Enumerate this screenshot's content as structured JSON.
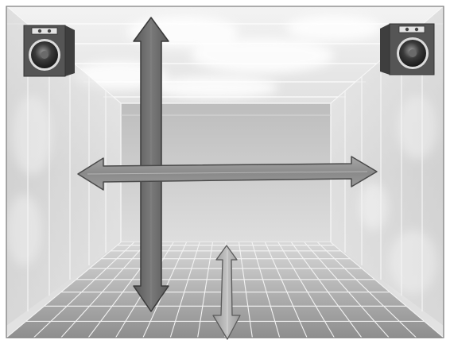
{
  "scene": {
    "colors": {
      "background": "#e9e9e9",
      "sky_light": "#f2f2f2",
      "sky_mid": "#d6d6d6",
      "cloud": "#ffffff",
      "wall": "#cfcfcf",
      "back_wall": "#c4c4c4",
      "floor": "#9c9c9c",
      "grid": "#f0f0f0",
      "arrow_dark": "#6e6e6e",
      "arrow_medium": "#8c8c8c",
      "arrow_light": "#a9a9a9",
      "speaker_body": "#4a4a4a",
      "speaker_cone": "#2a2a2a"
    },
    "arrows": [
      {
        "name": "vertical-axis",
        "shade": "arrow_dark"
      },
      {
        "name": "horizontal-axis",
        "shade": "arrow_medium"
      },
      {
        "name": "depth-axis",
        "shade": "arrow_light"
      }
    ],
    "speakers": [
      {
        "name": "left-speaker"
      },
      {
        "name": "right-speaker"
      }
    ]
  }
}
